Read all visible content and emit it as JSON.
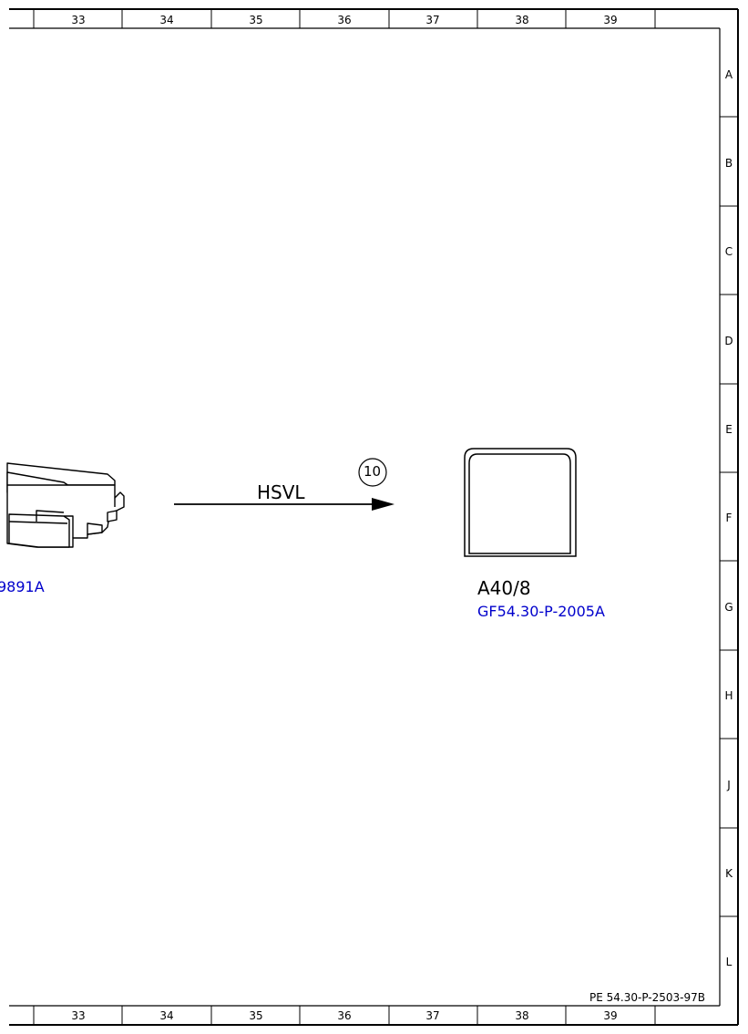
{
  "sheet": {
    "column_labels": [
      "33",
      "34",
      "35",
      "36",
      "37",
      "38",
      "39"
    ],
    "row_labels": [
      "A",
      "B",
      "C",
      "D",
      "E",
      "F",
      "G",
      "H",
      "J",
      "K",
      "L"
    ],
    "document_id": "PE 54.30-P-2503-97B"
  },
  "diagram": {
    "left_component": {
      "code": "9891A"
    },
    "connection": {
      "signal_label": "HSVL",
      "marker_number": "10"
    },
    "right_component": {
      "label": "A40/8",
      "code": "GF54.30-P-2005A"
    }
  },
  "colors": {
    "link": "#0000cc",
    "line": "#000000",
    "background": "#ffffff"
  }
}
